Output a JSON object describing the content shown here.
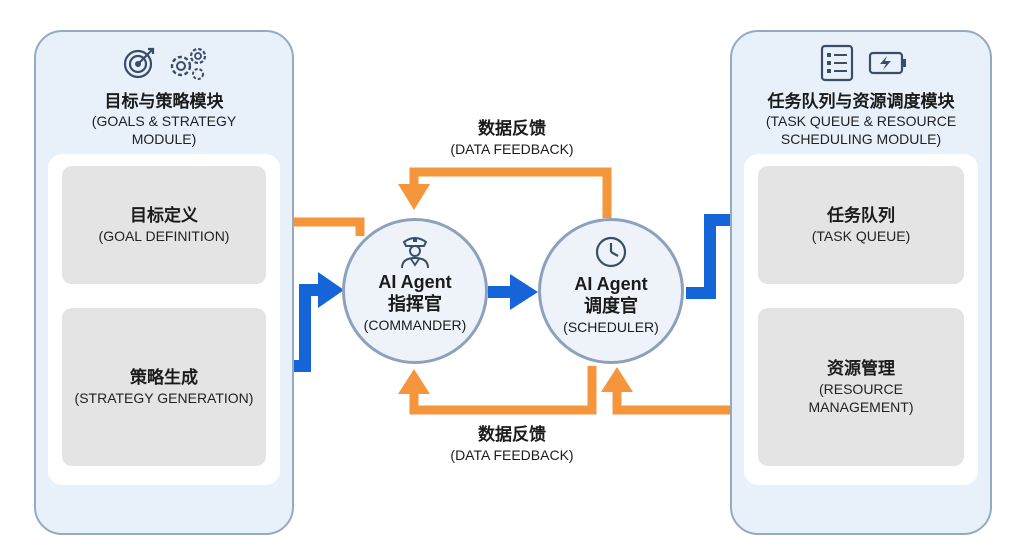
{
  "left_module": {
    "title_cn": "目标与策略模块",
    "title_en": "(GOALS & STRATEGY MODULE)",
    "cards": [
      {
        "cn": "目标定义",
        "en": "(GOAL DEFINITION)"
      },
      {
        "cn": "策略生成",
        "en": "(STRATEGY GENERATION)"
      }
    ]
  },
  "right_module": {
    "title_cn": "任务队列与资源调度模块",
    "title_en": "(TASK QUEUE & RESOURCE SCHEDULING MODULE)",
    "cards": [
      {
        "cn": "任务队列",
        "en": "(TASK QUEUE)"
      },
      {
        "cn": "资源管理",
        "en": "(RESOURCE MANAGEMENT)"
      }
    ]
  },
  "commander": {
    "name": "AI Agent",
    "cn": "指挥官",
    "en": "(COMMANDER)"
  },
  "scheduler": {
    "name": "AI Agent",
    "cn": "调度官",
    "en": "(SCHEDULER)"
  },
  "feedback_top": {
    "cn": "数据反馈",
    "en": "(DATA FEEDBACK)"
  },
  "feedback_bottom": {
    "cn": "数据反馈",
    "en": "(DATA FEEDBACK)"
  },
  "colors": {
    "orange": "#f5963c",
    "blue": "#1565d8",
    "frame": "#95a9c4"
  },
  "icons": [
    "target-icon",
    "gears-icon",
    "officer-icon",
    "clock-icon",
    "checklist-icon",
    "battery-icon"
  ]
}
